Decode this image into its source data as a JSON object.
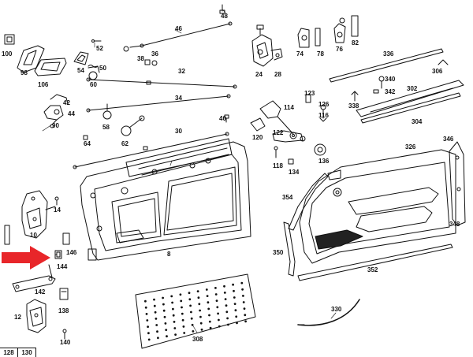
{
  "diagram": {
    "labels": {
      "l48": "48",
      "l46": "46",
      "l100": "100",
      "l52": "52",
      "l38": "38",
      "l36": "36",
      "l98": "98",
      "l106": "106",
      "l54": "54",
      "l50": "50",
      "l60": "60",
      "l42": "42",
      "l44": "44",
      "l90": "90",
      "l32": "32",
      "l34": "34",
      "l58": "58",
      "l62": "62",
      "l64": "64",
      "l40": "40",
      "l30": "30",
      "l24": "24",
      "l28": "28",
      "l74": "74",
      "l78": "78",
      "l76": "76",
      "l82": "82",
      "l336": "336",
      "l306": "306",
      "l340": "340",
      "l342": "342",
      "l338": "338",
      "l302": "302",
      "l304": "304",
      "l123": "123",
      "l114": "114",
      "l126": "126",
      "l116": "116",
      "l120": "120",
      "l122": "122",
      "l118": "118",
      "l134": "134",
      "l136": "136",
      "l326": "326",
      "l346": "346",
      "l354": "354",
      "l348": "348",
      "l350": "350",
      "l352": "352",
      "l14": "14",
      "l10": "10",
      "l146": "146",
      "l144": "144",
      "l8": "8",
      "l142": "142",
      "l138": "138",
      "l12": "12",
      "l140": "140",
      "l308": "308",
      "l330": "330"
    },
    "page_refs": [
      "128",
      "130"
    ],
    "arrow_color": "#e8262a",
    "line_color": "#111111"
  }
}
